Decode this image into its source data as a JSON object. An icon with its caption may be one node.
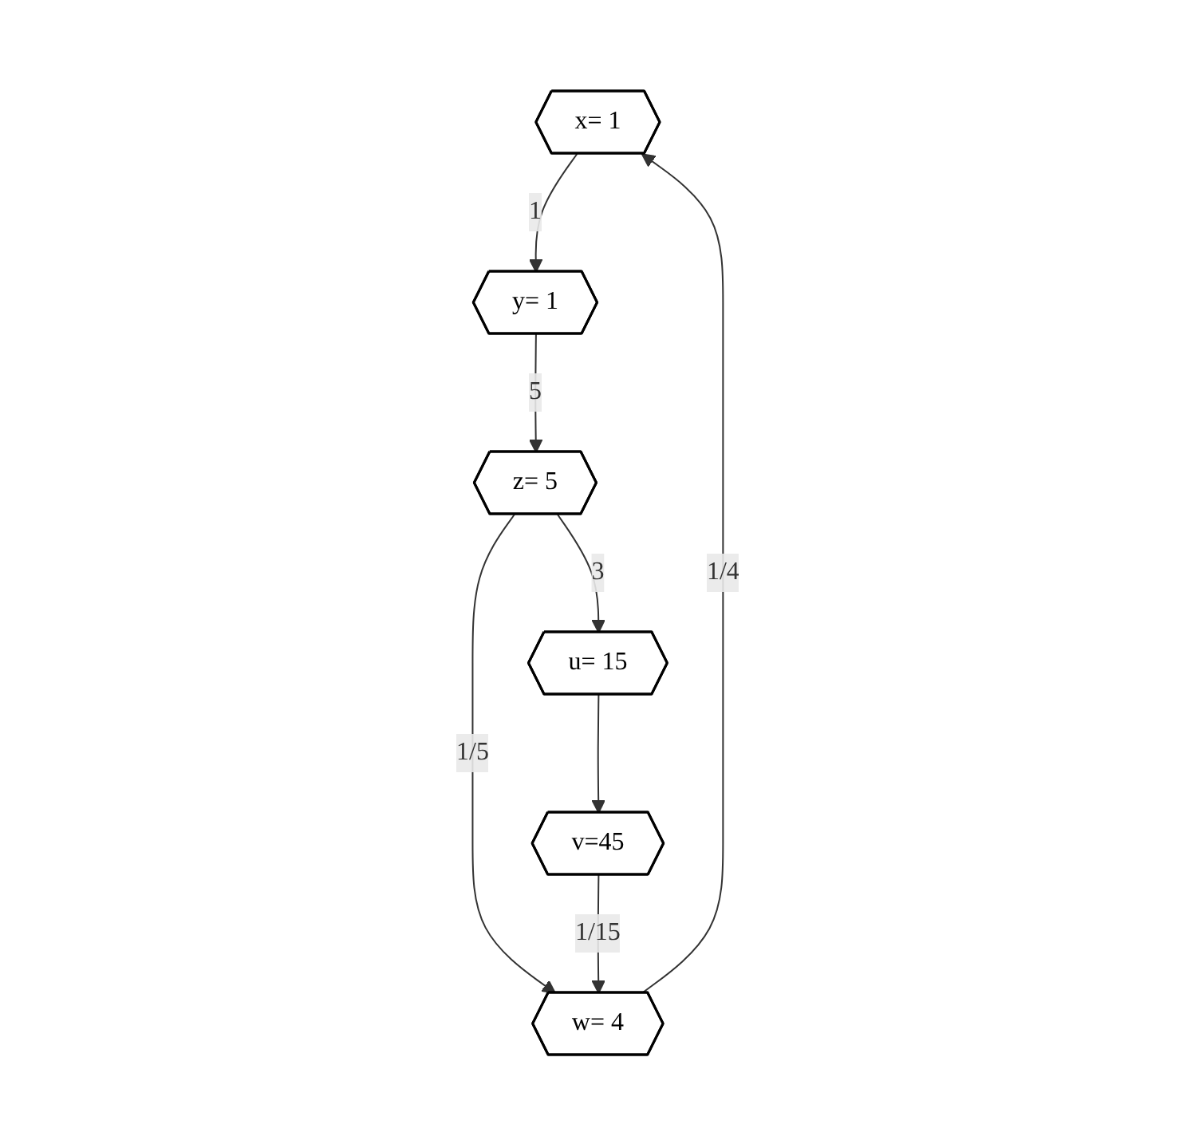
{
  "diagram": {
    "nodes": [
      {
        "text": [
          "x= 1"
        ]
      },
      {
        "text": [
          "w= 4"
        ]
      },
      {
        "text": [
          "v=45"
        ]
      },
      {
        "text": [
          "y= 1"
        ]
      },
      {
        "text": [
          "z= 5"
        ]
      },
      {
        "text": [
          "u= 15"
        ]
      }
    ],
    "edges": [
      {
        "from": 0,
        "to": 3,
        "arrow": "to",
        "label": "1"
      },
      {
        "from": 3,
        "to": 4,
        "arrow": "to",
        "label": "5"
      },
      {
        "from": 4,
        "to": 5,
        "arrow": "to",
        "label": "3"
      },
      {
        "from": 4,
        "to": 1,
        "arrow": "to",
        "label": "1/5"
      },
      {
        "from": 5,
        "to": 2,
        "arrow": "to"
      },
      {
        "from": 2,
        "to": 1,
        "arrow": "to",
        "label": "1/15"
      },
      {
        "from": 1,
        "to": 0,
        "arrow": "to",
        "label": "1/4"
      }
    ]
  }
}
